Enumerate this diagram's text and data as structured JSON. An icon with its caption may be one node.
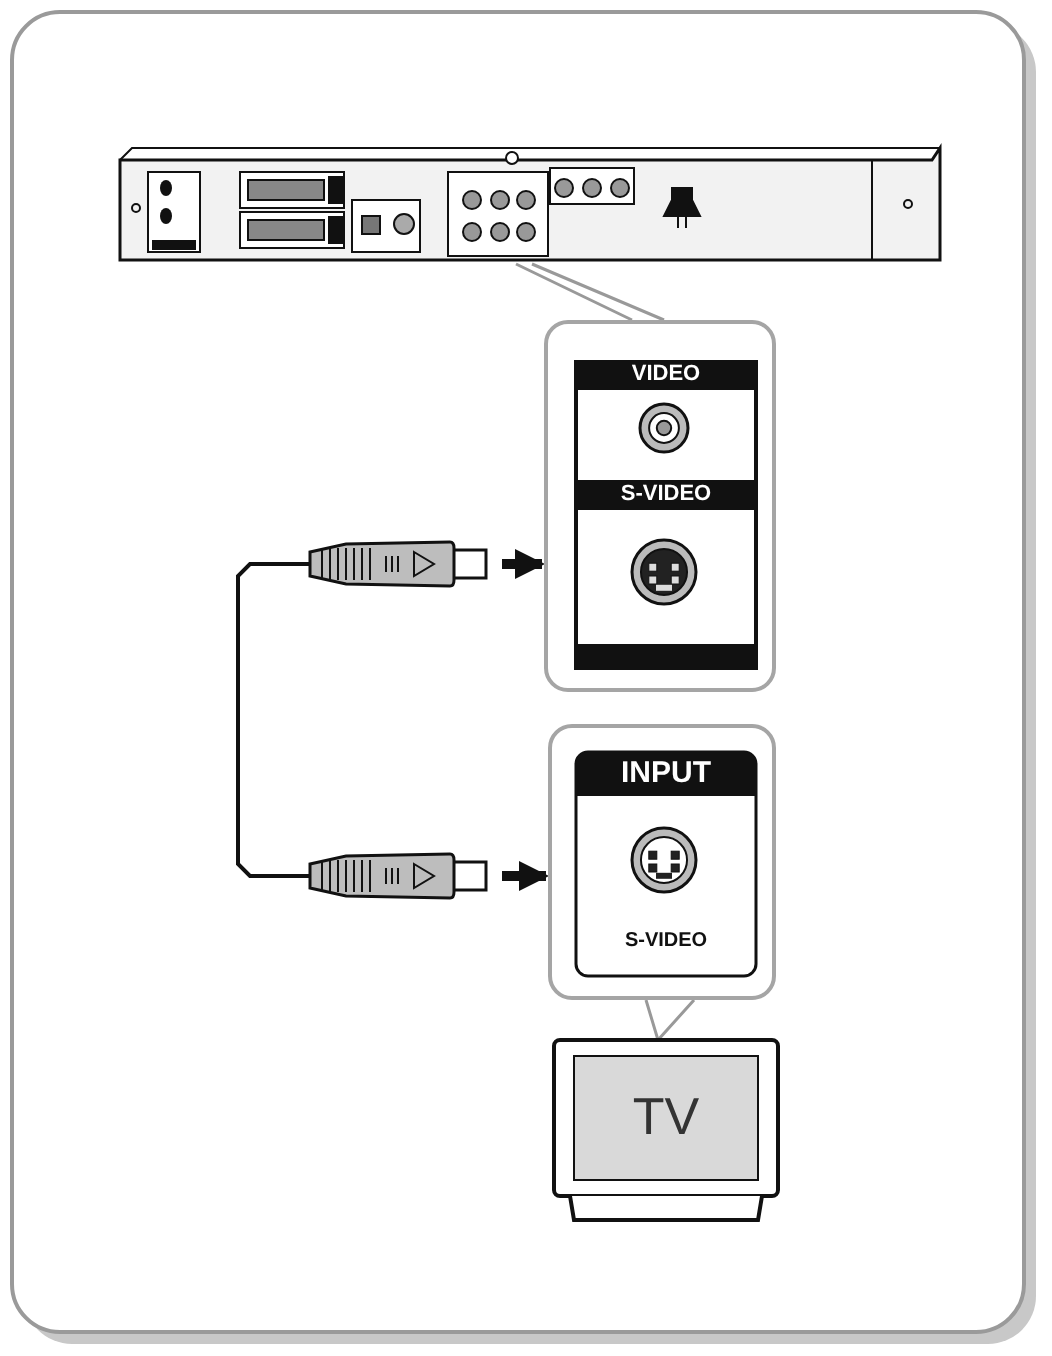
{
  "diagram": {
    "nodes": [
      {
        "text": [],
        "shape": "box"
      },
      {
        "text": [
          "VIDEO",
          "S-VIDEO"
        ]
      },
      {
        "text": [],
        "shape": "picture"
      },
      {
        "text": [],
        "shape": "picture"
      },
      {
        "text": [
          "INPUT",
          "S-VIDEO"
        ]
      },
      {
        "text": [
          "TV"
        ]
      }
    ],
    "edges": [
      {
        "from": 0,
        "to": 1,
        "arrow": "none",
        "color": "#999999"
      },
      {
        "from": 2,
        "to": 1,
        "arrow": "to",
        "style": "thick"
      },
      {
        "from": 3,
        "to": 4,
        "arrow": "to",
        "style": "thick"
      },
      {
        "from": 2,
        "to": 3,
        "arrow": "none"
      },
      {
        "from": 4,
        "to": 5,
        "arrow": "none",
        "color": "#999999"
      }
    ]
  }
}
